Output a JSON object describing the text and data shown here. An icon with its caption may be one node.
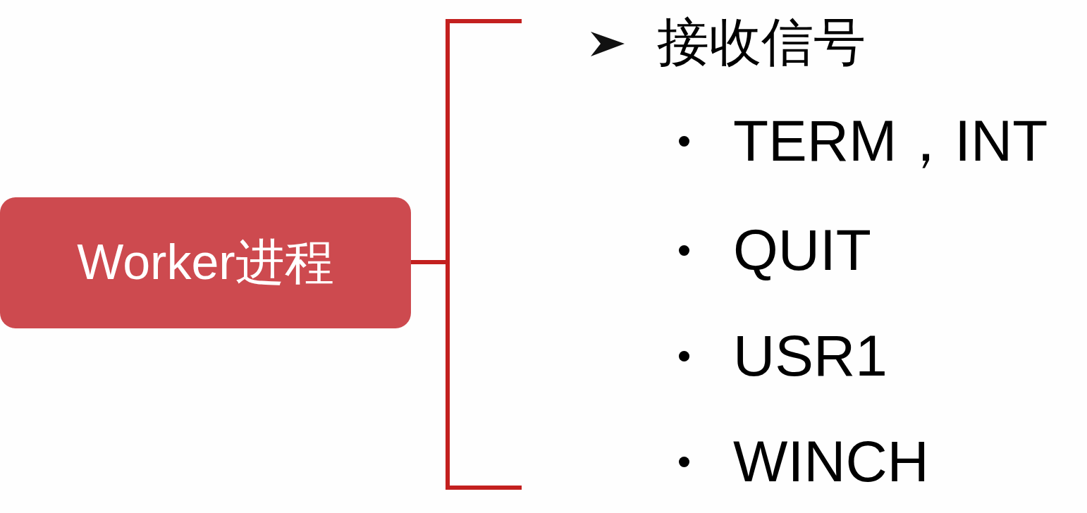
{
  "diagram": {
    "nodes": [
      {
        "text": [
          "Worker进程"
        ]
      }
    ],
    "labels": [
      "接收信号",
      "TERM，INT",
      "QUIT",
      "USR1",
      "WINCH"
    ]
  }
}
